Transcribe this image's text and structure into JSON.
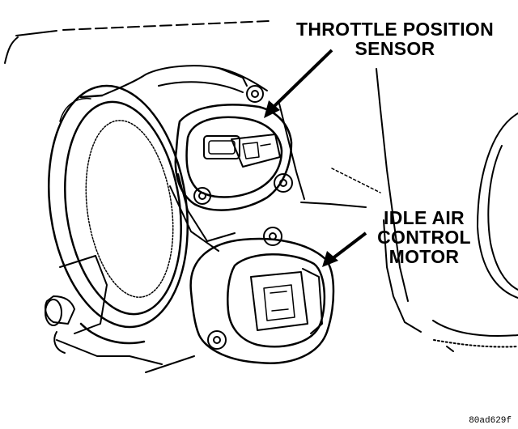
{
  "callouts": {
    "throttle_position_sensor": [
      "THROTTLE POSITION",
      "SENSOR"
    ],
    "idle_air_control_motor": [
      "IDLE AIR",
      "CONTROL",
      "MOTOR"
    ]
  },
  "figure_code": "80ad629f",
  "colors": {
    "ink": "#000000",
    "paper": "#ffffff"
  }
}
